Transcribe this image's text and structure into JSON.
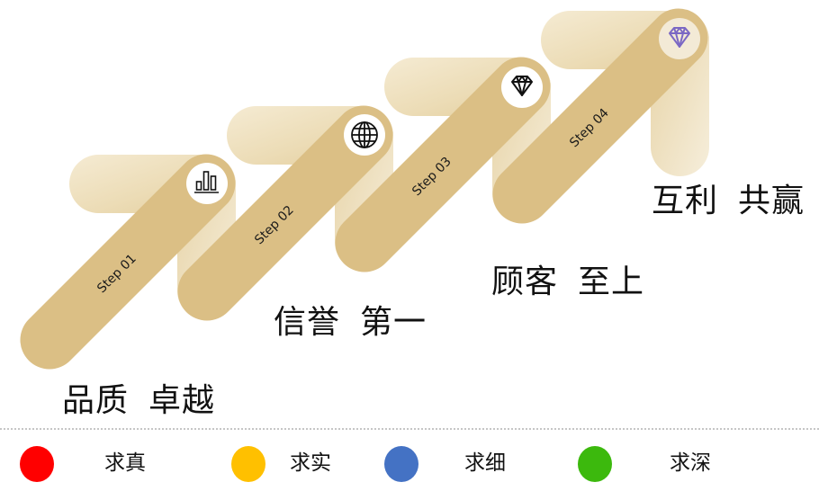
{
  "colors": {
    "band_dark": "#dbbf85",
    "band_light_start": "#f3e7cd",
    "band_light_end": "#e6d2a4",
    "circle_white": "#ffffff",
    "circle_cream": "#f3ead6",
    "icon_black": "#111111",
    "icon_purple": "#7b68c4"
  },
  "steps": [
    {
      "label": "Step 01",
      "icon": "bar-chart-icon",
      "title_a": "品质",
      "title_b": "卓越"
    },
    {
      "label": "Step 02",
      "icon": "globe-icon",
      "title_a": "信誉",
      "title_b": "第一"
    },
    {
      "label": "Step 03",
      "icon": "diamond-icon",
      "title_a": "顾客",
      "title_b": "至上"
    },
    {
      "label": "Step 04",
      "icon": "diamond-icon",
      "title_a": "互利",
      "title_b": "共赢"
    }
  ],
  "legend": [
    {
      "label": "求真",
      "color": "#ff0000"
    },
    {
      "label": "求实",
      "color": "#ffc000"
    },
    {
      "label": "求细",
      "color": "#4472c4"
    },
    {
      "label": "求深",
      "color": "#3cb90d"
    }
  ]
}
